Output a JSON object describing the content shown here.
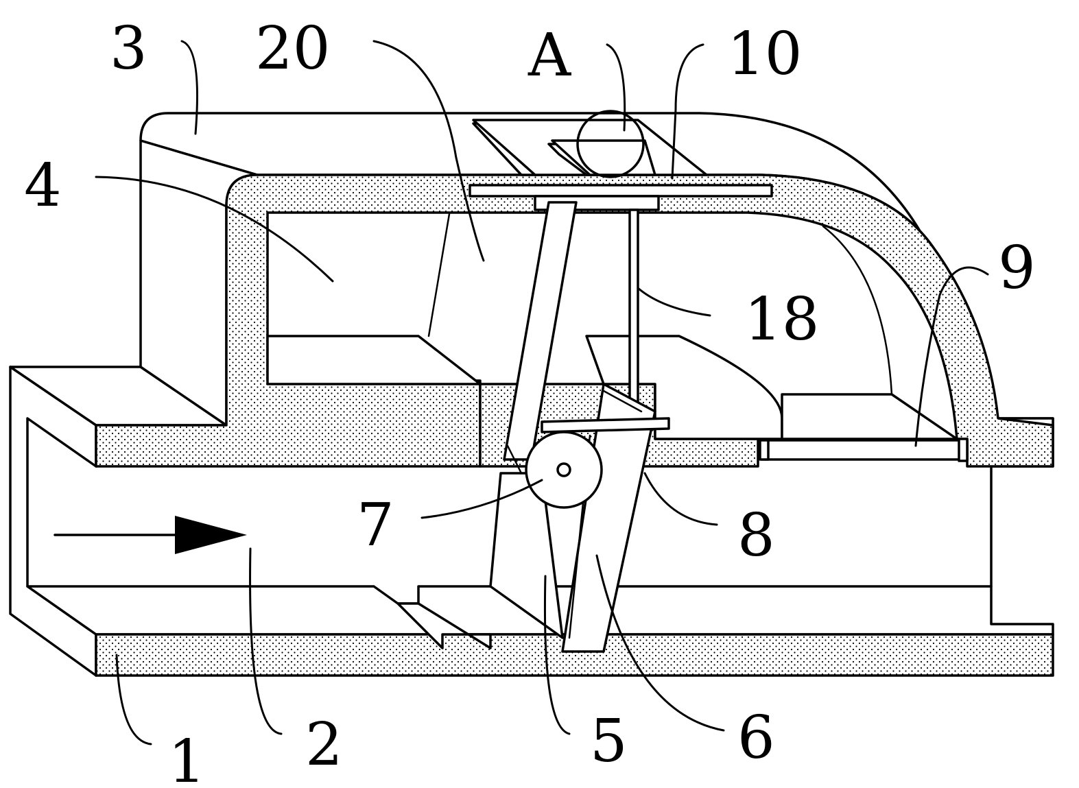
{
  "figure": {
    "labels": {
      "n1": "1",
      "n2": "2",
      "n3": "3",
      "n4": "4",
      "n5": "5",
      "n6": "6",
      "n7": "7",
      "n8": "8",
      "n9": "9",
      "n10": "10",
      "n18": "18",
      "n20": "20",
      "nA": "A"
    },
    "flow_direction": "right",
    "colors": {
      "line": "#000000",
      "background": "#ffffff"
    }
  }
}
